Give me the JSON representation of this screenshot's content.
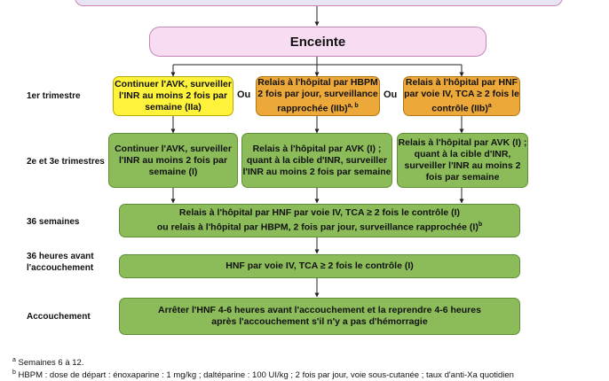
{
  "header": {
    "title": "Enceinte"
  },
  "rows": {
    "r1": "1er trimestre",
    "r2": "2e et 3e trimestres",
    "r3": "36 semaines",
    "r4_line1": "36 heures avant",
    "r4_line2": "l'accouchement",
    "r5": "Accouchement"
  },
  "or_label": "Ou",
  "boxes": {
    "t1_avk": "Continuer l'AVK, surveiller l'INR au moins 2 fois par semaine (IIa)",
    "t1_hbpm_main": "Relais à l'hôpital par HBPM 2 fois par jour, surveillance rapprochée (IIb)",
    "t1_hbpm_sup": "a, b",
    "t1_hnf_main": "Relais à l'hôpital par HNF par voie IV, TCA ≥ 2 fois le contrôle (IIb)",
    "t1_hnf_sup": "a",
    "t23_avk": "Continuer l'AVK, surveiller l'INR au moins 2 fois par semaine (I)",
    "t23_relais_a": "Relais à l'hôpital par AVK (I) ; quant à la cible d'INR, surveiller l'INR au moins 2 fois par semaine",
    "t23_relais_b": "Relais à l'hôpital par AVK (I) ; quant à la cible d'INR, surveiller l'INR au moins 2 fois par semaine",
    "s36_line1": "Relais à l'hôpital par HNF par voie IV, TCA ≥ 2 fois le contrôle (I)",
    "s36_line2": "ou relais à l'hôpital par HBPM, 2 fois par jour, surveillance rapprochée (I)",
    "s36_sup": "b",
    "h36": "HNF par voie IV, TCA ≥ 2 fois le contrôle (I)",
    "acc_line1": "Arrêter l'HNF 4-6 heures avant l'accouchement et la reprendre 4-6 heures",
    "acc_line2": "après l'accouchement s'il n'y a pas d'hémorragie"
  },
  "footnotes": {
    "a_mark": "a",
    "a": " Semaines 6 à 12.",
    "b_mark": "b",
    "b": " HBPM : dose de départ : énoxaparine : 1 mg/kg ; daltéparine : 100 UI/kg ; 2 fois par jour, voie sous-cutanée ; taux d'anti-Xa quotidien"
  },
  "colors": {
    "green": "#8cbc5a",
    "yellow": "#fff23a",
    "orange": "#eda83a",
    "pink": "#f7dcf2"
  }
}
